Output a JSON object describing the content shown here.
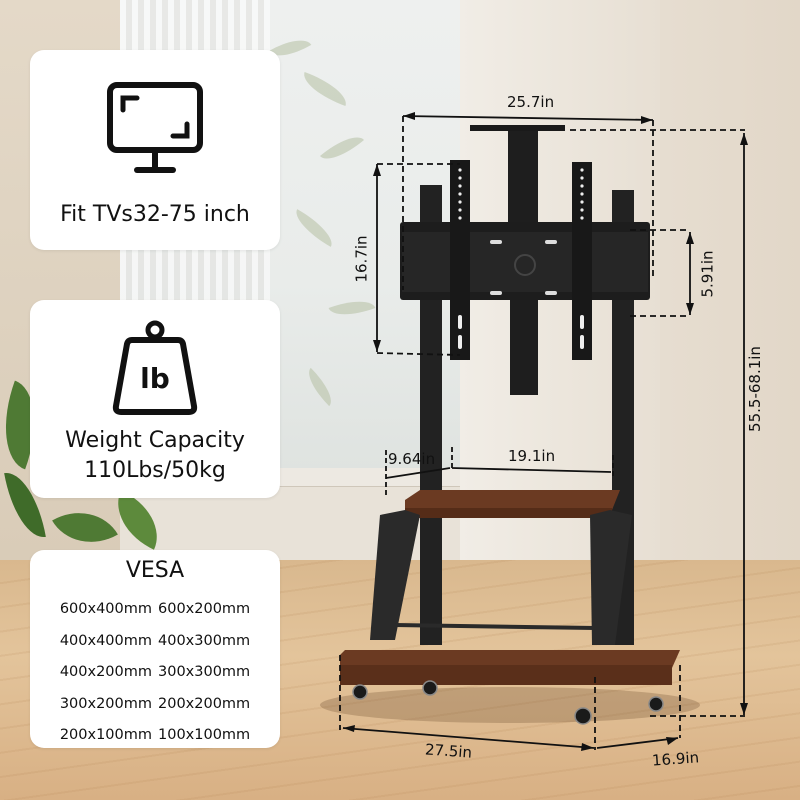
{
  "features": {
    "tv_size": {
      "icon": "monitor-icon",
      "label": "Fit TVs32-75 inch"
    },
    "weight": {
      "icon": "weight-icon",
      "icon_text": "lb",
      "line1": "Weight Capacity",
      "line2": "110Lbs/50kg"
    },
    "vesa": {
      "title": "VESA",
      "rows": [
        [
          "600x400mm",
          "600x200mm"
        ],
        [
          "400x400mm",
          "400x300mm"
        ],
        [
          "400x200mm",
          "300x300mm"
        ],
        [
          "300x200mm",
          "200x200mm"
        ],
        [
          "200x100mm",
          "100x100mm"
        ]
      ]
    }
  },
  "dimensions": {
    "mount_width": "25.7in",
    "mount_height": "16.7in",
    "plate_height": "5.91in",
    "total_height": "55.5-68.1in",
    "shelf_depth": "9.64in",
    "shelf_width": "19.1in",
    "base_width": "27.5in",
    "base_depth": "16.9in"
  },
  "colors": {
    "frame": "#1c1c1c",
    "wood": "#6b3a22",
    "card": "#ffffff",
    "text": "#111111"
  }
}
